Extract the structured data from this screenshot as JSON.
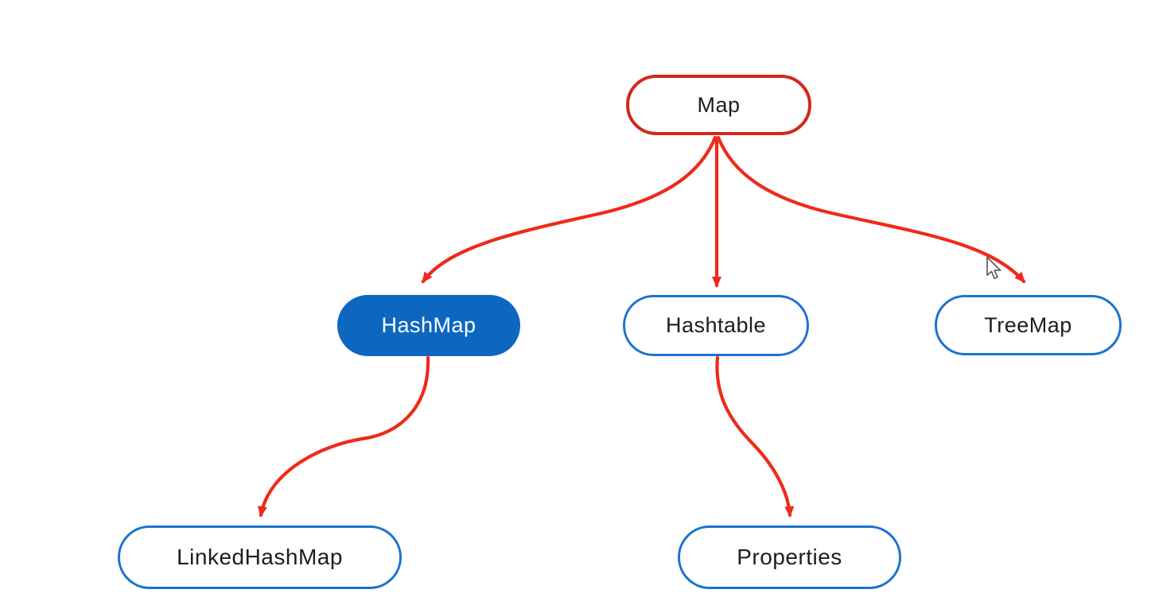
{
  "diagram": {
    "type": "hierarchy-mindmap",
    "nodes": [
      {
        "id": "map",
        "label": "Map",
        "style": "root-outline-red",
        "level": 0
      },
      {
        "id": "hashmap",
        "label": "HashMap",
        "style": "filled-blue",
        "level": 1
      },
      {
        "id": "hashtable",
        "label": "Hashtable",
        "style": "outline-blue",
        "level": 1
      },
      {
        "id": "treemap",
        "label": "TreeMap",
        "style": "outline-blue",
        "level": 1
      },
      {
        "id": "linkedhashmap",
        "label": "LinkedHashMap",
        "style": "outline-blue",
        "level": 2
      },
      {
        "id": "properties",
        "label": "Properties",
        "style": "outline-blue",
        "level": 2
      }
    ],
    "edges": [
      {
        "from": "Map",
        "to": "HashMap"
      },
      {
        "from": "Map",
        "to": "Hashtable"
      },
      {
        "from": "Map",
        "to": "TreeMap"
      },
      {
        "from": "HashMap",
        "to": "LinkedHashMap"
      },
      {
        "from": "Hashtable",
        "to": "Properties"
      }
    ],
    "colors": {
      "canvas_background": "#ffffff",
      "root_border_red": "#d2281c",
      "arrow_red": "#ee2a1b",
      "node_border_blue": "#1b73cf",
      "selected_fill_blue": "#0d67c1",
      "node_text": "#1d1d1f",
      "selected_text": "#ffffff"
    }
  }
}
